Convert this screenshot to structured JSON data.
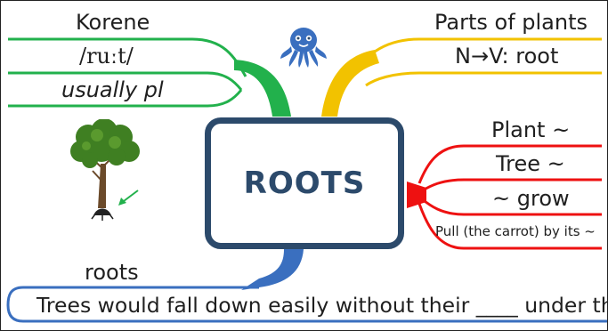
{
  "center": {
    "title": "ROOTS"
  },
  "left_top": {
    "items": [
      "Korene",
      "/ruːt/",
      "usually pl"
    ],
    "color": "#22b14c"
  },
  "right_top": {
    "items": [
      "Parts of plants",
      "N→V: root"
    ],
    "color": "#f2c200"
  },
  "right": {
    "items": [
      "Plant ~",
      "Tree ~",
      "~ grow",
      "Pull (the carrot) by its ~"
    ],
    "color": "#ee1111"
  },
  "bottom": {
    "label": "roots",
    "sentence": "Trees would fall down easily without their ____ under the",
    "color": "#3a6fbf"
  },
  "icons": [
    "octopus-icon",
    "tree-icon",
    "arrow-icon"
  ],
  "colors": {
    "center_border": "#2c4a6b"
  }
}
